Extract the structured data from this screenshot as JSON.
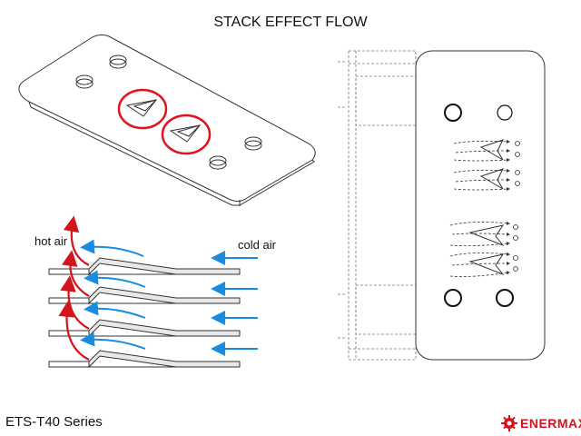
{
  "title": "STACK EFFECT FLOW",
  "labels": {
    "hot_air": "hot air",
    "cold_air": "cold air"
  },
  "footer": {
    "series": "ETS-T40 Series",
    "brand": "ENERMAX",
    "brand_color": "#d4141c"
  },
  "colors": {
    "hot_air_arrow": "#d4141c",
    "cold_air_arrow": "#1a8ce0",
    "highlight_ring": "#e0141c",
    "line": "#333333"
  }
}
